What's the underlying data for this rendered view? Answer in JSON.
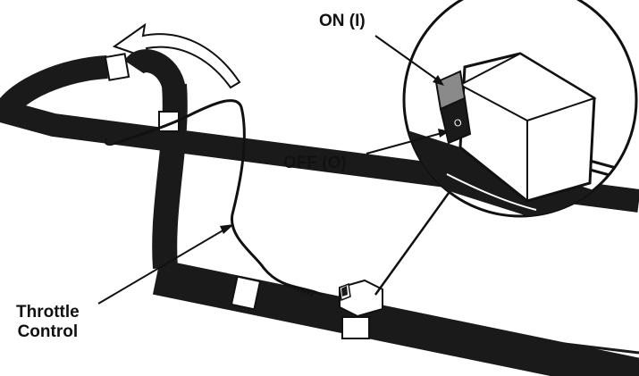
{
  "labels": {
    "on": "ON (I)",
    "off": "OFF (O)",
    "throttle_line1": "Throttle",
    "throttle_line2": "Control"
  },
  "switch_symbols": {
    "on_symbol": "I",
    "off_symbol": "O"
  },
  "colors": {
    "handle": "#1a1a1a",
    "line": "#111111",
    "switch_on": "#8a8a8a",
    "background": "#ffffff"
  }
}
